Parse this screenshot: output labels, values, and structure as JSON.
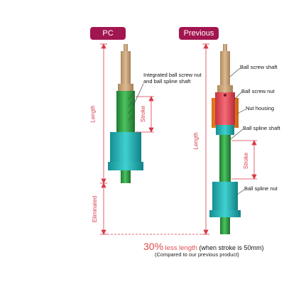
{
  "labels": {
    "pc": "PC",
    "previous": "Previous"
  },
  "colors": {
    "tag_bg": "#a2164f",
    "dimension": "#d83a4a",
    "shaft_tan": "#c9a57c",
    "shaft_green": "#2e9e44",
    "housing_teal": "#1fb4b4",
    "nut_red": "#e64b5a",
    "nut_orange": "#f08a2a"
  },
  "pc_diagram": {
    "length_label": "Length",
    "stroke_label": "Stroke",
    "eliminated_label": "Eliminated",
    "callout": [
      "Integrated ball screw nut",
      "and ball spline shaft"
    ]
  },
  "previous_diagram": {
    "length_label": "Length",
    "stroke_label": "Stroke",
    "callouts": {
      "ball_screw_shaft": "Ball screw shaft",
      "ball_screw_nut": "Ball screw nut",
      "nut_housing": "Nut housing",
      "ball_spline_shaft": "Ball spline shaft",
      "ball_spline_nut": "Ball spline nut"
    }
  },
  "footer": {
    "percent": "30%",
    "less_length": "less length",
    "condition": "(when stroke is 50mm)",
    "comparison": "(Compared to our previous product)"
  }
}
